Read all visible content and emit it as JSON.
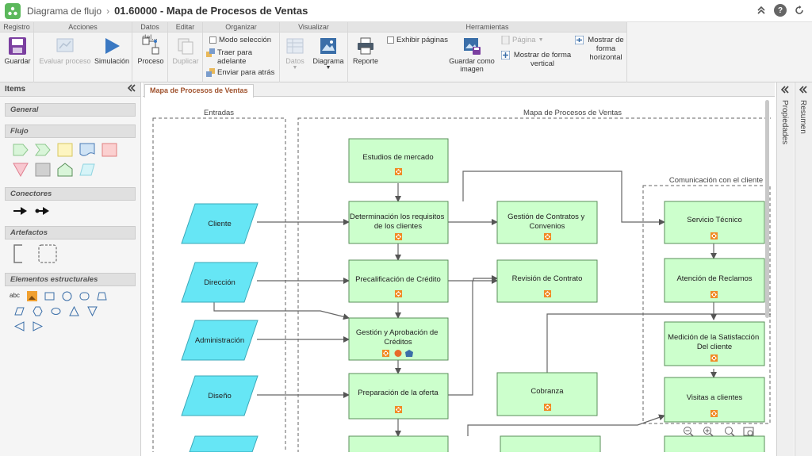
{
  "header": {
    "breadcrumb_parent": "Diagrama de flujo",
    "breadcrumb_sep": "›",
    "title": "01.60000 - Mapa de Procesos de Ventas",
    "collapse_icon": "double-chevron-up-icon",
    "help_icon": "help-icon",
    "refresh_icon": "refresh-icon"
  },
  "ribbon": {
    "groups": {
      "registro": "Registro",
      "acciones": "Acciones",
      "datos": "Datos del...",
      "editar": "Editar",
      "organizar": "Organizar",
      "visualizar": "Visualizar",
      "herramientas": "Herramientas"
    },
    "buttons": {
      "guardar": "Guardar",
      "evaluar": "Evaluar proceso",
      "simulacion": "Simulación",
      "proceso": "Proceso",
      "duplicar": "Duplicar",
      "modo_seleccion": "Modo selección",
      "traer": "Traer para adelante",
      "enviar": "Enviar para atrás",
      "datos": "Datos",
      "diagrama": "Diagrama",
      "reporte": "Reporte",
      "exhibir": "Exhibir páginas",
      "guardar_imagen": "Guardar como imagen",
      "pagina": "Página",
      "mostrar_vertical": "Mostrar de forma vertical",
      "mostrar_horizontal": "Mostrar de forma horizontal"
    }
  },
  "left_panel": {
    "title": "Items",
    "collapse_icon": "double-chevron-left-icon",
    "sections": [
      "General",
      "Flujo",
      "Conectores",
      "Artefactos",
      "Elementos estructurales"
    ],
    "structural_text": "abc"
  },
  "canvas": {
    "tab": "Mapa de Procesos de Ventas",
    "lanes": {
      "entradas": "Entradas",
      "mapa": "Mapa de Procesos de Ventas",
      "comunicacion": "Comunicación con el cliente"
    },
    "inputs": [
      "Cliente",
      "Dirección",
      "Administración",
      "Diseño"
    ],
    "processes": {
      "estudios": "Estudios de mercado",
      "determinacion": "Determinación los requisitos de los clientes",
      "precalificacion": "Precalificación de Crédito",
      "gestion_aprobacion": "Gestión y Aprobación de Créditos",
      "preparacion": "Preparación de la oferta",
      "gestion_contratos": "Gestión de Contratos y Convenios",
      "revision": "Revisión de Contrato",
      "cobranza": "Cobranza",
      "servicio": "Servicio Técnico",
      "reclamos": "Atención de Reclamos",
      "medicion": "Medición de la Satisfacción Del cliente",
      "visitas": "Visitas a clientes"
    }
  },
  "right_panels": {
    "propiedades": "Propiedades",
    "resumen": "Resumen"
  },
  "colors": {
    "process_fill": "#ccffcc",
    "process_border": "#5a8f5a",
    "input_fill": "#66e6f5",
    "accent": "#a0522d"
  }
}
